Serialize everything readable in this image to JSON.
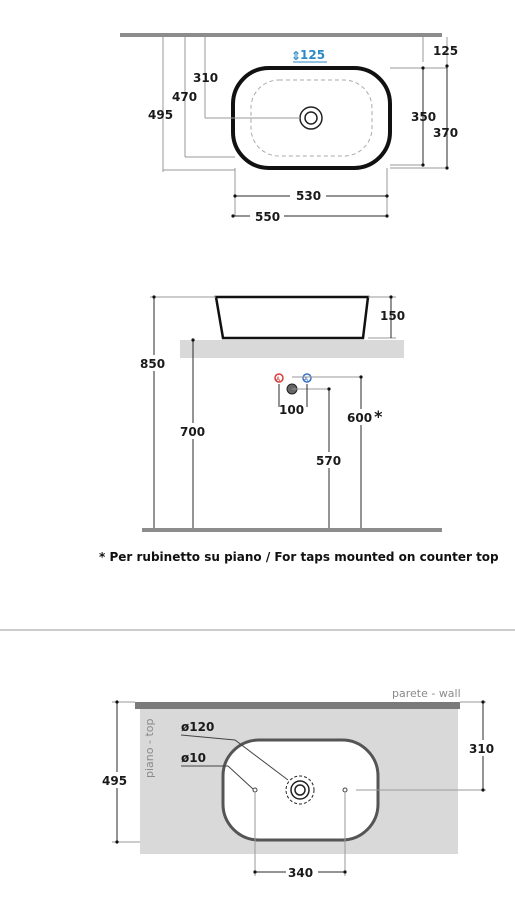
{
  "top_view": {
    "drain_height": "125",
    "overflow_dim": "125",
    "d310": "310",
    "d470": "470",
    "d495": "495",
    "d350": "350",
    "d370": "370",
    "d530": "530",
    "d550": "550"
  },
  "side_view": {
    "d150": "150",
    "d850": "850",
    "d700": "700",
    "d100": "100",
    "d600": "600",
    "d600_star": "*",
    "d570": "570",
    "footnote": "* Per rubinetto su piano / For taps mounted on counter top"
  },
  "install_view": {
    "wall_label": "parete - wall",
    "counter_label": "piano - top",
    "d_hole120": "ø120",
    "d_hole10": "ø10",
    "d495": "495",
    "d310": "310",
    "d340": "340"
  },
  "colors": {
    "line": "#1a1a1a",
    "dim_blue": "#2a8ac8",
    "counter": "#d9d9d9",
    "wall": "#7a7a7a",
    "tap_hot": "#d83a3a",
    "tap_cold": "#3a72c8"
  }
}
